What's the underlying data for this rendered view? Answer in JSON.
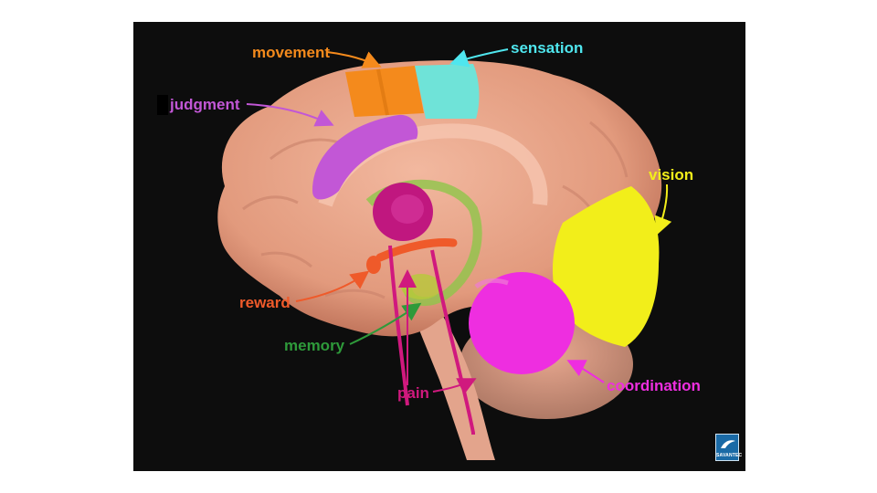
{
  "labels": {
    "movement": "movement",
    "sensation": "sensation",
    "judgment": "judgment",
    "vision": "vision",
    "reward": "reward",
    "memory": "memory",
    "pain": "pain",
    "coordination": "coordination"
  },
  "logo": {
    "text": "SAVANTEC"
  },
  "colors": {
    "background": "#0d0d0d",
    "brain": "#e8a58a",
    "movement": "#f48a1c",
    "sensation": "#6fe3d8",
    "judgment": "#c257d6",
    "vision": "#f2ee1a",
    "reward": "#ef5a2a",
    "memory": "#2e9a3a",
    "pain": "#d0197e",
    "coordination": "#ee2ee0"
  }
}
